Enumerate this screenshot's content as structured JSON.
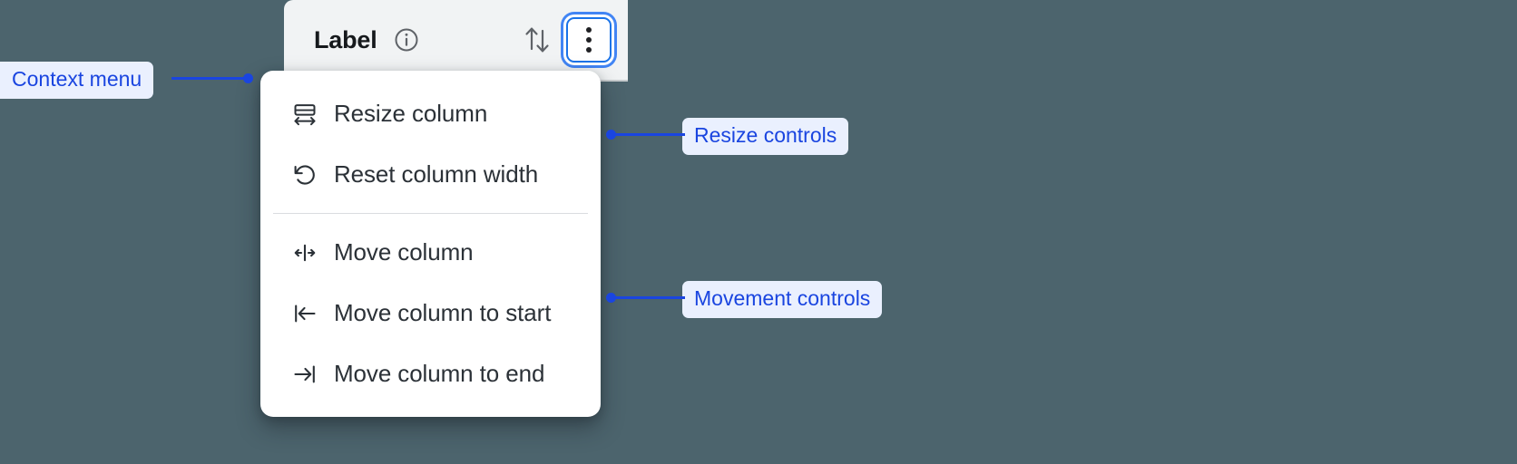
{
  "background_color": "#4C646D",
  "accent_color": "#1A45E0",
  "focus_ring_color": "#4285F4",
  "column_header": {
    "label": "Label",
    "info_icon": "info-circle-icon",
    "sort_icon": "sort-up-down-icon",
    "kebab_icon": "more-vertical-icon"
  },
  "context_menu": {
    "groups": [
      {
        "name": "resize",
        "items": [
          {
            "icon": "resize-column-icon",
            "label": "Resize column"
          },
          {
            "icon": "reset-width-icon",
            "label": "Reset column width"
          }
        ]
      },
      {
        "name": "movement",
        "items": [
          {
            "icon": "move-column-icon",
            "label": "Move column"
          },
          {
            "icon": "move-to-start-icon",
            "label": "Move column to start"
          },
          {
            "icon": "move-to-end-icon",
            "label": "Move column to end"
          }
        ]
      }
    ]
  },
  "annotations": [
    {
      "id": "context",
      "label": "Context menu"
    },
    {
      "id": "resize",
      "label": "Resize controls"
    },
    {
      "id": "movement",
      "label": "Movement controls"
    }
  ]
}
